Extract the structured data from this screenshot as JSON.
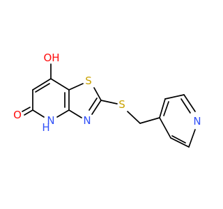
{
  "atoms": {
    "oh_top": {
      "text": "OH",
      "color": "#ff0d0d"
    },
    "s_ring": {
      "text": "S",
      "color": "#c9a200"
    },
    "s_link": {
      "text": "S",
      "color": "#c9a200"
    },
    "n_thiazole": {
      "text": "N",
      "color": "#3050f8"
    },
    "nh": {
      "text": "NH",
      "color": "#3050f8"
    },
    "h": {
      "text": "H",
      "color": "#3050f8"
    },
    "o_carbonyl": {
      "text": "O",
      "color": "#ff0d0d"
    },
    "n_pyridine": {
      "text": "N",
      "color": "#3050f8"
    }
  }
}
